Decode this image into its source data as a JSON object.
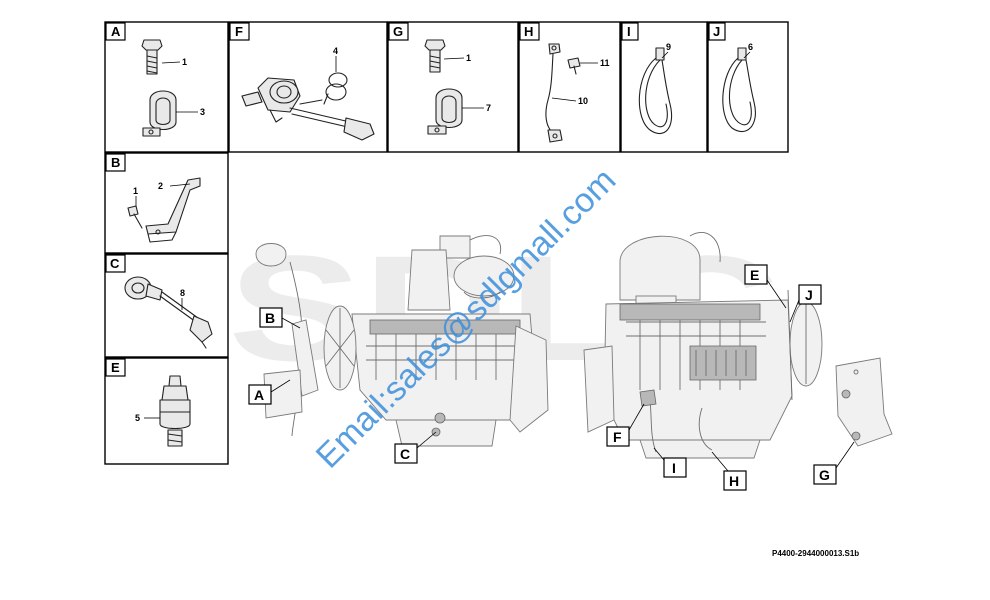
{
  "panels": [
    {
      "id": "A",
      "numbers": [
        "1",
        "3"
      ]
    },
    {
      "id": "F",
      "numbers": [
        "4"
      ]
    },
    {
      "id": "G",
      "numbers": [
        "1",
        "7"
      ]
    },
    {
      "id": "H",
      "numbers": [
        "11",
        "10"
      ]
    },
    {
      "id": "I",
      "numbers": [
        "9"
      ]
    },
    {
      "id": "J",
      "numbers": [
        "6"
      ]
    },
    {
      "id": "B",
      "numbers": [
        "1",
        "2"
      ]
    },
    {
      "id": "C",
      "numbers": [
        "8"
      ]
    },
    {
      "id": "E",
      "numbers": [
        "5"
      ]
    }
  ],
  "engine_callouts": {
    "left_view": [
      "B",
      "A",
      "C"
    ],
    "right_view": [
      "E",
      "J",
      "F",
      "I",
      "H",
      "G"
    ]
  },
  "reference_code": "P4400-2944000013.S1b",
  "watermark": {
    "brand": "SDLG",
    "email": "Email:sales@sdlgmall.com"
  }
}
